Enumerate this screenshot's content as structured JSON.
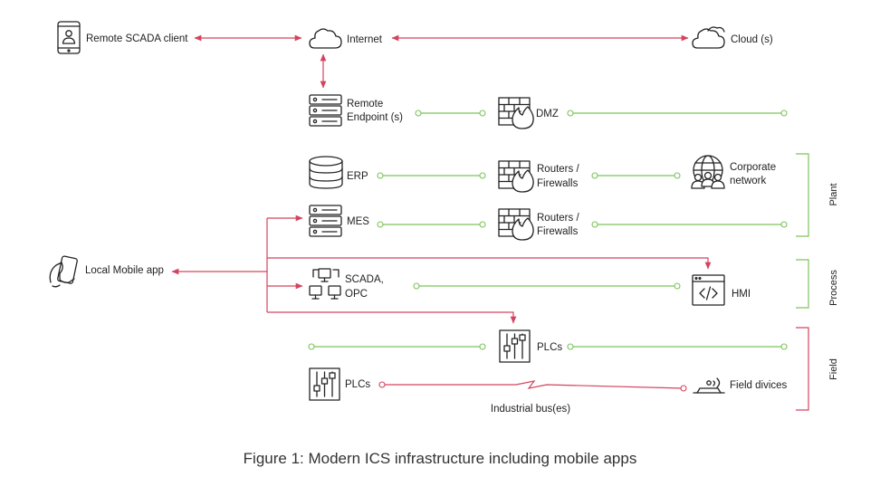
{
  "nodes": {
    "remote_scada_client": "Remote SCADA client",
    "internet": "Internet",
    "cloud": "Cloud (s)",
    "remote_endpoint_line1": "Remote",
    "remote_endpoint_line2": "Endpoint (s)",
    "dmz": "DMZ",
    "erp": "ERP",
    "routers1_line1": "Routers /",
    "routers1_line2": "Firewalls",
    "corporate_line1": "Corporate",
    "corporate_line2": "network",
    "mes": "MES",
    "routers2_line1": "Routers /",
    "routers2_line2": "Firewalls",
    "local_mobile_app": "Local Mobile app",
    "scada_line1": "SCADA,",
    "scada_line2": "OPC",
    "hmi": "HMI",
    "plcs_top": "PLCs",
    "plcs_bottom": "PLCs",
    "field_devices": "Field divices",
    "industrial_bus": "Industrial bus(es)"
  },
  "zones": {
    "plant": "Plant",
    "process": "Process",
    "field": "Field"
  },
  "caption": "Figure 1: Modern ICS infrastructure including mobile apps",
  "colors": {
    "red_link": "#d4435e",
    "green_link": "#7cc35a",
    "icon_stroke": "#222222"
  },
  "icons": {
    "remote_scada_client": "mobile-user-icon",
    "internet": "cloud-icon",
    "cloud": "cloud-icon",
    "remote_endpoint": "server-rack-icon",
    "dmz": "firewall-icon",
    "erp": "database-icon",
    "routers": "firewall-icon",
    "corporate": "network-group-icon",
    "mes": "server-rack-icon",
    "local_mobile_app": "hand-phone-icon",
    "scada": "monitors-icon",
    "hmi": "code-window-icon",
    "plcs": "sliders-icon",
    "field_devices": "sensor-icon"
  }
}
